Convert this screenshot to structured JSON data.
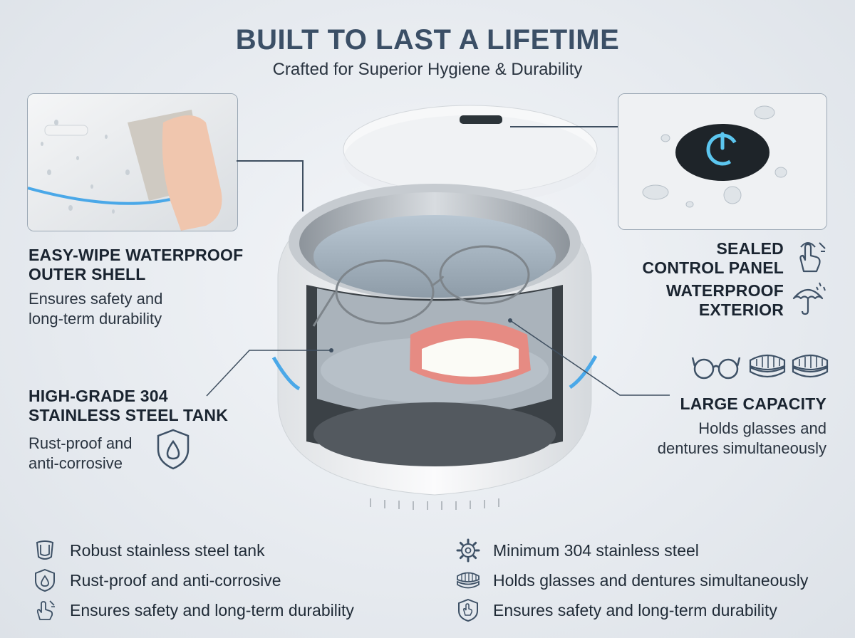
{
  "header": {
    "title": "BUILT TO LAST A LIFETIME",
    "subtitle": "Crafted for Superior Hygiene & Durability"
  },
  "callouts": {
    "shell": {
      "heading_line1": "EASY-WIPE WATERPROOF",
      "heading_line2": "OUTER SHELL",
      "body_line1": "Ensures safety and",
      "body_line2": "long-term durability"
    },
    "tank": {
      "heading_line1": "HIGH-GRADE 304",
      "heading_line2": "STAINLESS STEEL TANK",
      "body_line1": "Rust-proof and",
      "body_line2": "anti-corrosive"
    },
    "control": {
      "heading_line1": "SEALED",
      "heading_line2": "CONTROL PANEL"
    },
    "waterproof": {
      "heading_line1": "WATERPROOF",
      "heading_line2": "EXTERIOR"
    },
    "capacity": {
      "heading": "LARGE CAPACITY",
      "body_line1": "Holds glasses and",
      "body_line2": "dentures simultaneously"
    }
  },
  "features_left": [
    {
      "icon": "tank-icon",
      "text": "Robust stainless steel tank"
    },
    {
      "icon": "shield-drop-icon",
      "text": "Rust-proof and anti-corrosive"
    },
    {
      "icon": "hand-wipe-icon",
      "text": "Ensures safety and long-term durability"
    }
  ],
  "features_right": [
    {
      "icon": "gear-icon",
      "text": "Minimum 304 stainless steel"
    },
    {
      "icon": "dentures-icon",
      "text": "Holds glasses and dentures simultaneously"
    },
    {
      "icon": "shield-hand-icon",
      "text": "Ensures safety and long-term durability"
    }
  ],
  "colors": {
    "accent_blue": "#4aa8e8",
    "heading": "#3b4f66",
    "text": "#1f2d3d"
  }
}
